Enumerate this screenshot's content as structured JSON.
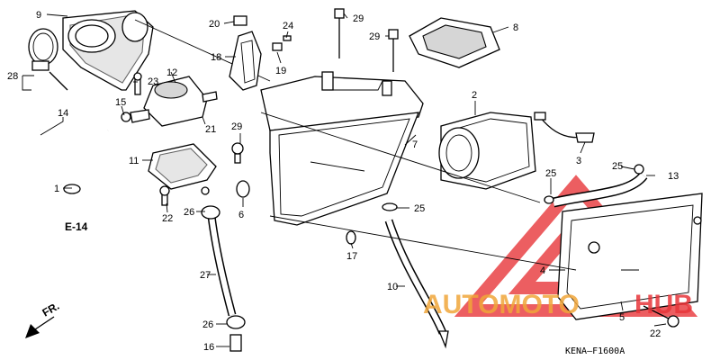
{
  "callouts": {
    "n1": "1",
    "n2": "2",
    "n3": "3",
    "n4": "4",
    "n5": "5",
    "n6": "6",
    "n7": "7",
    "n8": "8",
    "n9": "9",
    "n10": "10",
    "n11": "11",
    "n12": "12",
    "n13": "13",
    "n14": "14",
    "n15": "15",
    "n16": "16",
    "n17": "17",
    "n18": "18",
    "n19": "19",
    "n20": "20",
    "n21": "21",
    "n22a": "22",
    "n22b": "22",
    "n23": "23",
    "n24": "24",
    "n25a": "25",
    "n25b": "25",
    "n25c": "25",
    "n26a": "26",
    "n26b": "26",
    "n27": "27",
    "n28": "28",
    "n29a": "29",
    "n29b": "29",
    "n29c": "29"
  },
  "reference": {
    "e14": "E-14"
  },
  "direction": {
    "front": "FR."
  },
  "diagram_code": "KENA–F1600A",
  "watermark": {
    "part1": "AUTOMOTO",
    "part2": "HUB",
    "color_red": "#e8363a",
    "color_orange": "#f0a63a"
  }
}
